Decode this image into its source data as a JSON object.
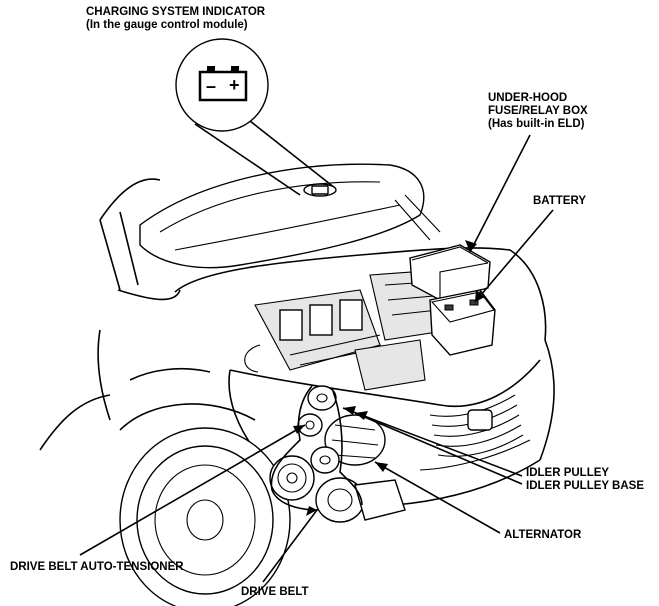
{
  "labels": {
    "indicator": {
      "line1": "CHARGING SYSTEM INDICATOR",
      "line2": "(In the gauge control module)"
    },
    "fusebox": {
      "line1": "UNDER-HOOD",
      "line2": "FUSE/RELAY BOX",
      "line3": "(Has built-in ELD)"
    },
    "battery": "BATTERY",
    "idler": {
      "line1": "IDLER PULLEY",
      "line2": "IDLER PULLEY BASE"
    },
    "alternator": "ALTERNATOR",
    "tensioner": "DRIVE BELT AUTO-TENSIONER",
    "drive_belt": "DRIVE BELT"
  },
  "indicator_icon": {
    "minus": "–",
    "plus": "+"
  },
  "colors": {
    "line": "#000000",
    "background": "#ffffff"
  }
}
